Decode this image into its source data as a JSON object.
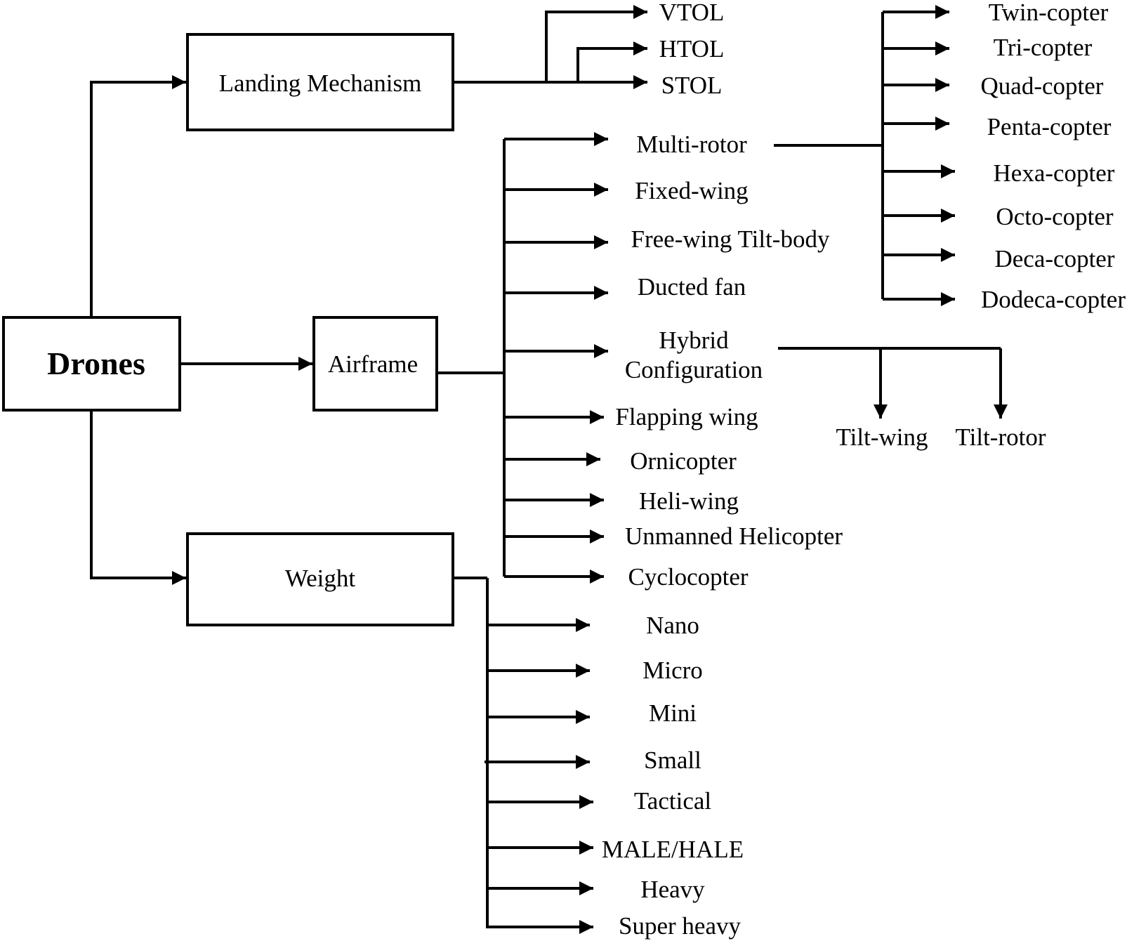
{
  "root": "Drones",
  "categories": {
    "landing": "Landing Mechanism",
    "airframe": "Airframe",
    "weight": "Weight"
  },
  "landing_items": [
    "VTOL",
    "HTOL",
    "STOL"
  ],
  "airframe_items": {
    "multirotor": "Multi-rotor",
    "fixed_wing": "Fixed-wing",
    "free_wing": "Free-wing Tilt-body",
    "ducted_fan": "Ducted fan",
    "hybrid_line1": "Hybrid",
    "hybrid_line2": "Configuration",
    "flapping": "Flapping wing",
    "ornicopter": "Ornicopter",
    "heli_wing": "Heli-wing",
    "unmanned_heli": "Unmanned Helicopter",
    "cyclocopter": "Cyclocopter"
  },
  "multirotor_types": [
    "Twin-copter",
    "Tri-copter",
    "Quad-copter",
    "Penta-copter",
    "Hexa-copter",
    "Octo-copter",
    "Deca-copter",
    "Dodeca-copter"
  ],
  "hybrid_types": [
    "Tilt-wing",
    "Tilt-rotor"
  ],
  "weight_classes": [
    "Nano",
    "Micro",
    "Mini",
    "Small",
    "Tactical",
    "MALE/HALE",
    "Heavy",
    "Super heavy"
  ]
}
